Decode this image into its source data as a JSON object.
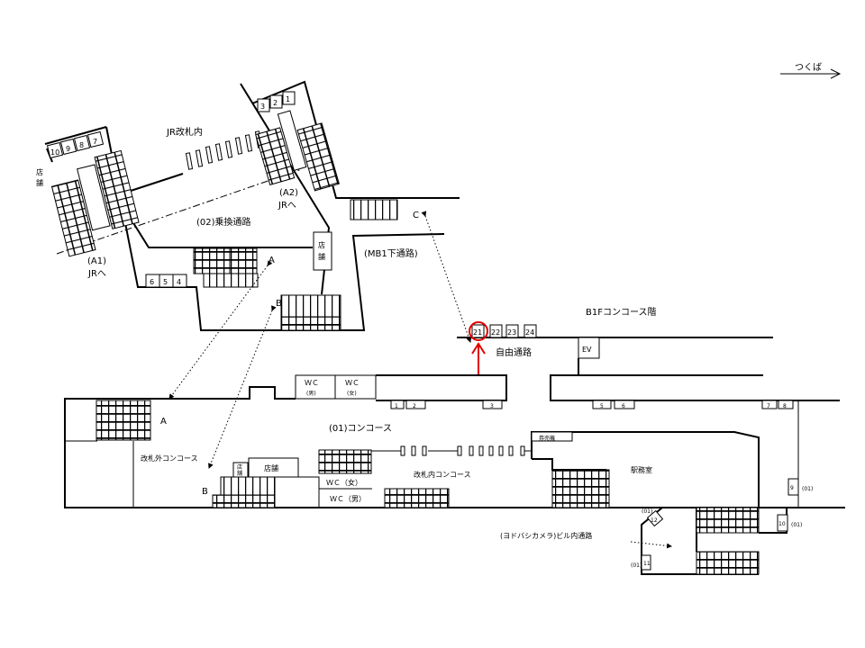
{
  "direction": {
    "label": "つくば"
  },
  "upper": {
    "jr_gate_area": "JR改札内",
    "shop_left": [
      "店",
      "舗"
    ],
    "a1": {
      "code": "(A1)",
      "dest": "JRへ"
    },
    "a2": {
      "code": "(A2)",
      "dest": "JRへ"
    },
    "transfer_passage": "(02)乗換通路",
    "shop_right": [
      "店",
      "舗"
    ],
    "mb1_passage": "(MB1下通路)",
    "markers": {
      "a": "A",
      "b": "B",
      "c": "C"
    },
    "platforms_left": [
      "10",
      "9",
      "8",
      "7"
    ],
    "platforms_right": [
      "3",
      "2",
      "1"
    ],
    "platforms_bottom": [
      "6",
      "5",
      "4"
    ]
  },
  "b1f": {
    "floor_label": "B1Fコンコース階",
    "exits_top": [
      "21",
      "22",
      "23",
      "24"
    ],
    "highlighted_exit": "21",
    "highlight_color": "#e00000",
    "free_passage": "自由通路",
    "ev": "EV",
    "wc_men": {
      "label": "ＷＣ",
      "sub": "(男)"
    },
    "wc_women": {
      "label": "ＷＣ",
      "sub": "(女)"
    },
    "exits_concourse": [
      "1",
      "2",
      "3",
      "5",
      "6",
      "7",
      "8"
    ],
    "concourse": "(01)コンコース",
    "outer_concourse": "改札外コンコース",
    "markers": {
      "a": "A",
      "b": "B"
    },
    "shop_small": [
      "店",
      "舗"
    ],
    "shop": "店舗",
    "wc_women2": "ＷＣ（女）",
    "wc_men2": "ＷＣ（男）",
    "inner_concourse": "改札内コンコース",
    "ticket_machine": "券売機",
    "station_office": "駅務室",
    "exits_side": [
      "9",
      "10",
      "11",
      "12"
    ],
    "exit_prefix": "(01)",
    "yodobashi_passage": "(ヨドバシカメラ)ビル内通路"
  }
}
